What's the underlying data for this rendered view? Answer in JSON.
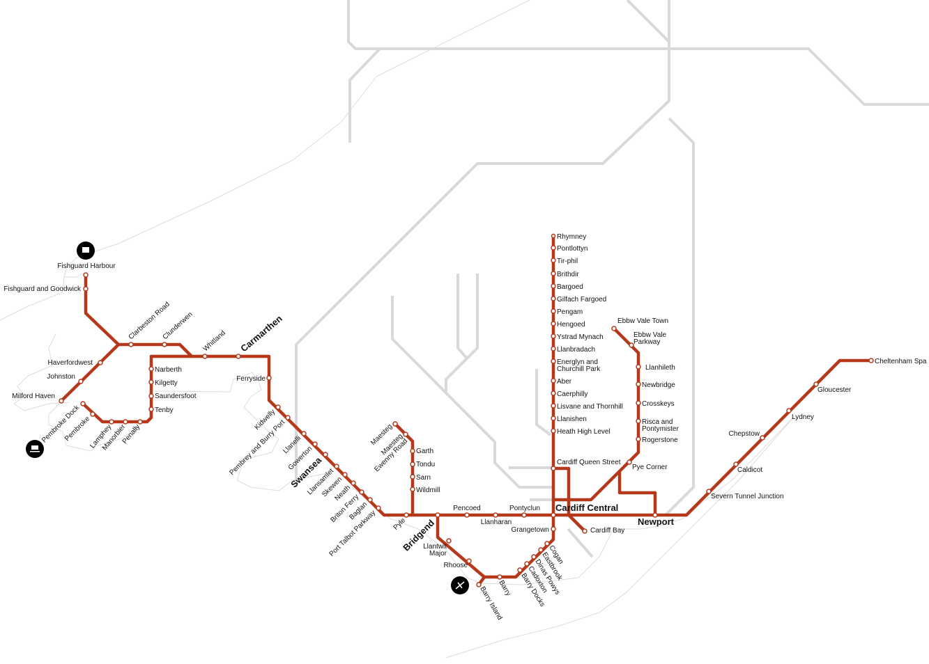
{
  "map": {
    "route_color": "#b5381a",
    "other_lines_color": "#d9d9d9",
    "icons": [
      "ferry-icon",
      "ferry-icon",
      "airport-icon"
    ]
  },
  "stations": [
    "Fishguard Harbour",
    "Fishguard and Goodwick",
    "Clarbeston Road",
    "Clunderwen",
    "Whitland",
    "Carmarthen",
    "Haverfordwest",
    "Johnston",
    "Milford Haven",
    "Narberth",
    "Kilgetty",
    "Saundersfoot",
    "Tenby",
    "Pembroke Dock",
    "Pembroke",
    "Lamphey",
    "Manorbier",
    "Penally",
    "Ferryside",
    "Kidwelly",
    "Pembrey and Burry Port",
    "Llanelli",
    "Gowerton",
    "Swansea",
    "Llansamlet",
    "Skewen",
    "Neath",
    "Briton Ferry",
    "Baglan",
    "Port Talbot Parkway",
    "Pyle",
    "Bridgend",
    "Maesteg",
    [
      "Maesteg",
      "Ewenny Road"
    ],
    "Garth",
    "Tondu",
    "Sarn",
    "Wildmill",
    "Pencoed",
    "Llanharan",
    "Pontyclun",
    "Cardiff Central",
    "Grangetown",
    [
      "Llantwit",
      "Major"
    ],
    "Rhoose",
    "Barry Island",
    "Barry",
    "Barry Docks",
    "Cadoxton",
    "Dinas Powys",
    "Eastbrook",
    "Cogan",
    "Rhymney",
    "Pontlottyn",
    "Tir-phil",
    "Brithdir",
    "Bargoed",
    "Gilfach Fargoed",
    "Pengam",
    "Hengoed",
    "Ystrad Mynach",
    "Llanbradach",
    [
      "Energlyn and",
      "Churchill Park"
    ],
    "Aber",
    "Caerphilly",
    "Lisvane and Thornhill",
    "Llanishen",
    "Heath High Level",
    "Cardiff Queen Street",
    "Cardiff Bay",
    "Ebbw Vale Town",
    [
      "Ebbw Vale",
      "Parkway"
    ],
    "Llanhileth",
    "Newbridge",
    "Crosskeys",
    [
      "Risca and",
      "Pontymister"
    ],
    "Rogerstone",
    "Pye Corner",
    "Newport",
    "Severn Tunnel Junction",
    "Caldicot",
    "Chepstow",
    "Lydney",
    "Gloucester",
    "Cheltenham Spa"
  ]
}
